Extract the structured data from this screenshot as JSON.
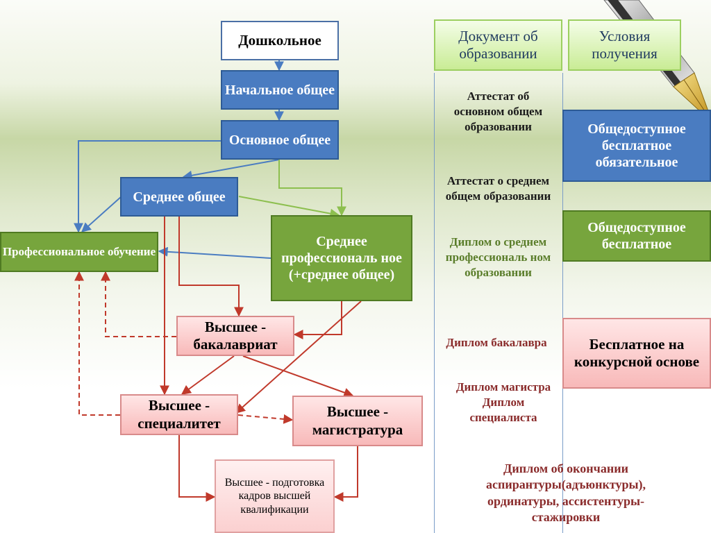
{
  "colors": {
    "blue_box": "#4a7cc1",
    "green_box": "#77a53d",
    "pink_box": "#f8b9b9",
    "blue_line": "#4a7cc1",
    "green_line": "#8dbf4f",
    "red_line": "#c0392b"
  },
  "levels": {
    "preschool": "Дошкольное",
    "primary": "Начальное общее",
    "basic": "Основное общее",
    "secondary": "Среднее общее",
    "vocational_training": "Профессиональное обучение",
    "secondary_vocational": "Среднее профессиональ ное (+среднее общее)",
    "bachelor": "Высшее - бакалавриат",
    "specialist": "Высшее - специалитет",
    "master": "Высшее - магистратура",
    "postgraduate": "Высшее - подготовка кадров высшей квалификации"
  },
  "headers": {
    "document": "Документ об образовании",
    "conditions": "Условия получения"
  },
  "documents": {
    "basic_certificate": "Аттестат об основном общем образовании",
    "secondary_certificate": "Аттестат о среднем общем образовании",
    "vocational_diploma": "Диплом о среднем профессиональ ном образовании",
    "bachelor_diploma": "Диплом бакалавра",
    "master_specialist_diploma": "Диплом магистра Диплом специалиста",
    "postgraduate_diploma": "Диплом об окончании аспирантуры(адъюнктуры), ординатуры, ассистентуры-стажировки"
  },
  "conditions": {
    "free_mandatory": "Общедоступное бесплатное обязательное",
    "free": "Общедоступное бесплатное",
    "competitive": "Бесплатное на конкурсной основе"
  },
  "decoration": {
    "pen": "fountain-pen-icon"
  }
}
